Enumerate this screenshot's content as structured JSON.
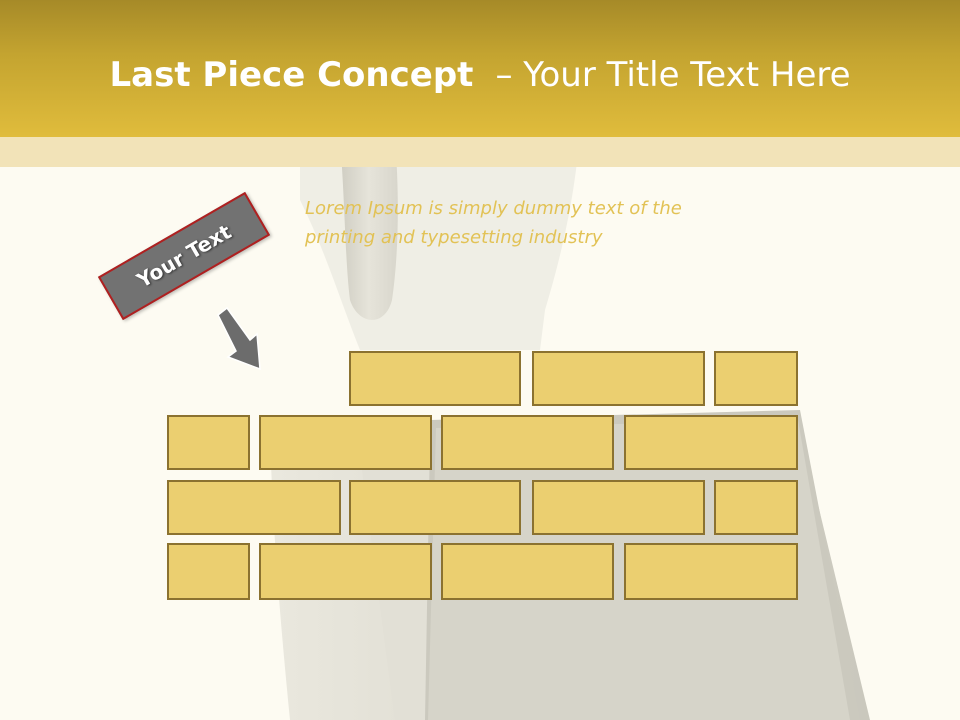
{
  "title": {
    "main": "Last Piece Concept",
    "rest": "– Your Title Text Here"
  },
  "subtitle": "Lorem Ipsum is simply dummy text of the printing and typesetting industry",
  "tag": {
    "label": "Your Text"
  },
  "arrow": {
    "icon": "arrow-down-right-icon"
  },
  "colors": {
    "header_top": "#a68a28",
    "header_bottom": "#e0bc3c",
    "brick_fill": "#ebcf70",
    "brick_border": "#8b7230",
    "tag_fill": "#727272",
    "tag_border": "#b02020",
    "subtitle": "#e2c255",
    "background": "#fdfbf2"
  },
  "wall": {
    "rows": [
      {
        "bricks": 3
      },
      {
        "bricks": 4
      },
      {
        "bricks": 4
      },
      {
        "bricks": 4
      }
    ]
  }
}
